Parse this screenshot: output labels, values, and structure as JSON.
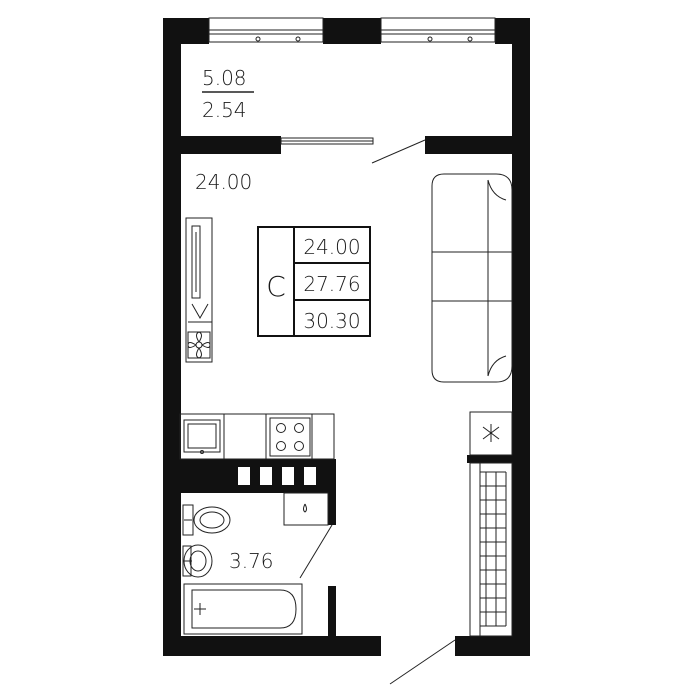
{
  "plan": {
    "balcony": {
      "area_numerator": "5.08",
      "area_denominator": "2.54"
    },
    "living_room": {
      "area": "24.00"
    },
    "bathroom": {
      "area": "3.76"
    },
    "summary": {
      "type_letter": "С",
      "living_area": "24.00",
      "total_area": "27.76",
      "total_area_with_balcony": "30.30"
    }
  }
}
